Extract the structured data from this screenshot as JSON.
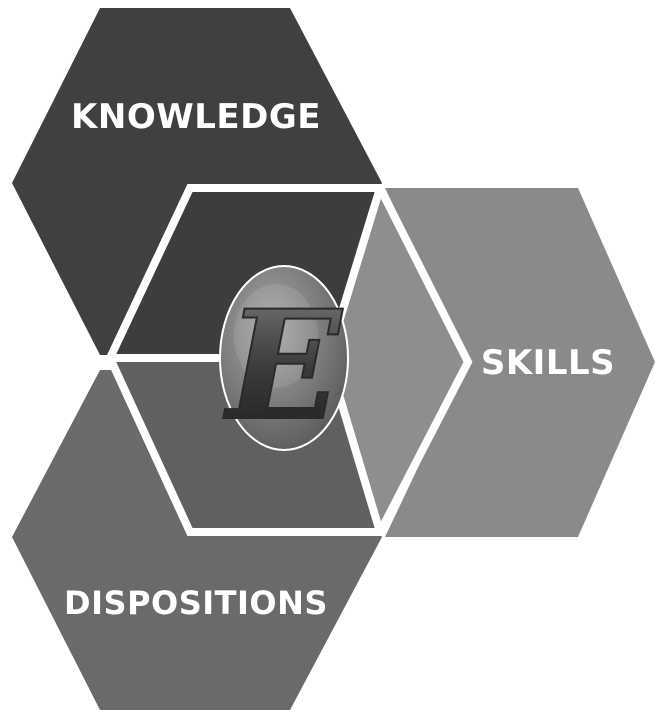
{
  "diagram": {
    "labels": {
      "knowledge": "KNOWLEDGE",
      "skills": "SKILLS",
      "dispositions": "DISPOSITIONS"
    },
    "emblem": {
      "letter": "E",
      "icon": "blackletter-e-emblem-icon"
    },
    "colors": {
      "knowledge": "#404040",
      "skills": "#8a8a8a",
      "dispositions": "#6a6a6a",
      "center_border": "#ffffff",
      "background": "#ffffff"
    }
  }
}
